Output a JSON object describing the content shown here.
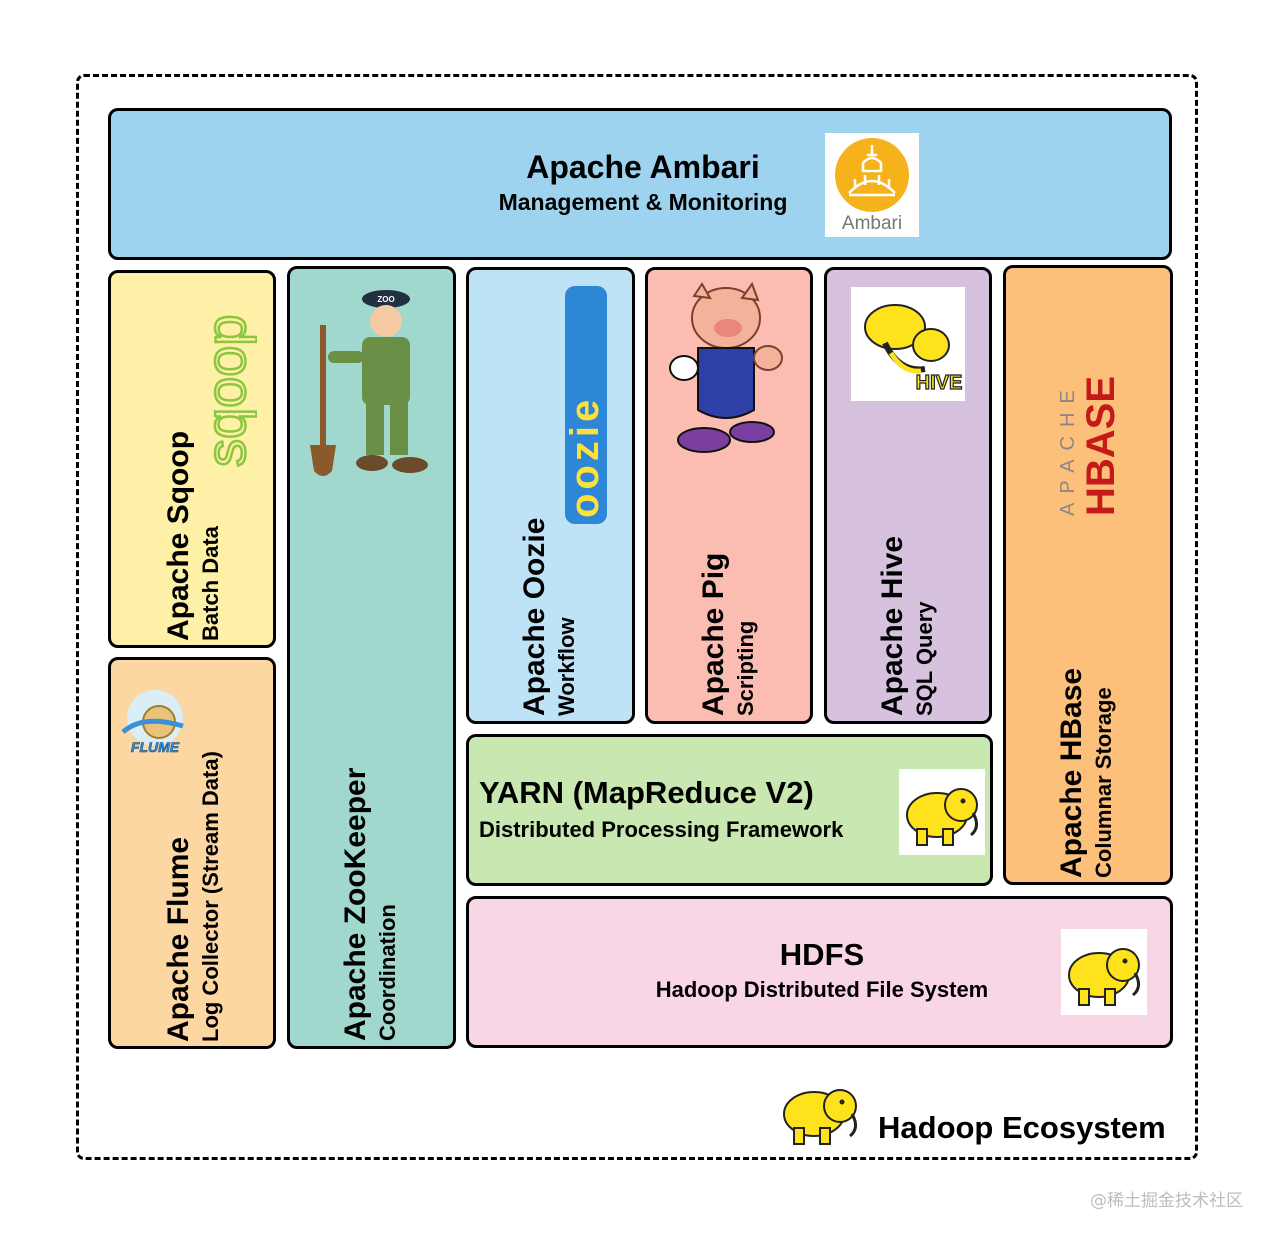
{
  "ecosystem": {
    "title": "Hadoop Ecosystem"
  },
  "ambari": {
    "title": "Apache Ambari",
    "subtitle": "Management & Monitoring",
    "logo_text": "Ambari",
    "color": "#9dd3ef"
  },
  "sqoop": {
    "title": "Apache Sqoop",
    "subtitle": "Batch Data",
    "logo_text": "sqoop",
    "color": "#fef0a6"
  },
  "flume": {
    "title": "Apache Flume",
    "subtitle": "Log Collector (Stream Data)",
    "logo_text": "FLUME",
    "color": "#fdd7a2"
  },
  "zookeeper": {
    "title": "Apache ZooKeeper",
    "subtitle": "Coordination",
    "logo_text": "ZOO",
    "color": "#a0d8ce"
  },
  "oozie": {
    "title": "Apache Oozie",
    "subtitle": "Workflow",
    "logo_text": "oozie",
    "color": "#bfe3f6"
  },
  "pig": {
    "title": "Apache Pig",
    "subtitle": "Scripting",
    "color": "#fbbcb1"
  },
  "hive": {
    "title": "Apache Hive",
    "subtitle": "SQL Query",
    "logo_text": "HIVE",
    "color": "#d6c1de"
  },
  "hbase": {
    "title": "Apache HBase",
    "subtitle": "Columnar Storage",
    "logo_apache": "APACHE",
    "logo_hbase": "HBASE",
    "color": "#fdc07a"
  },
  "yarn": {
    "title": "YARN (MapReduce V2)",
    "subtitle": "Distributed Processing Framework",
    "color": "#c9e7b0"
  },
  "hdfs": {
    "title": "HDFS",
    "subtitle": "Hadoop Distributed File System",
    "color": "#f9d6e5"
  },
  "watermark": "@稀土掘金技术社区"
}
